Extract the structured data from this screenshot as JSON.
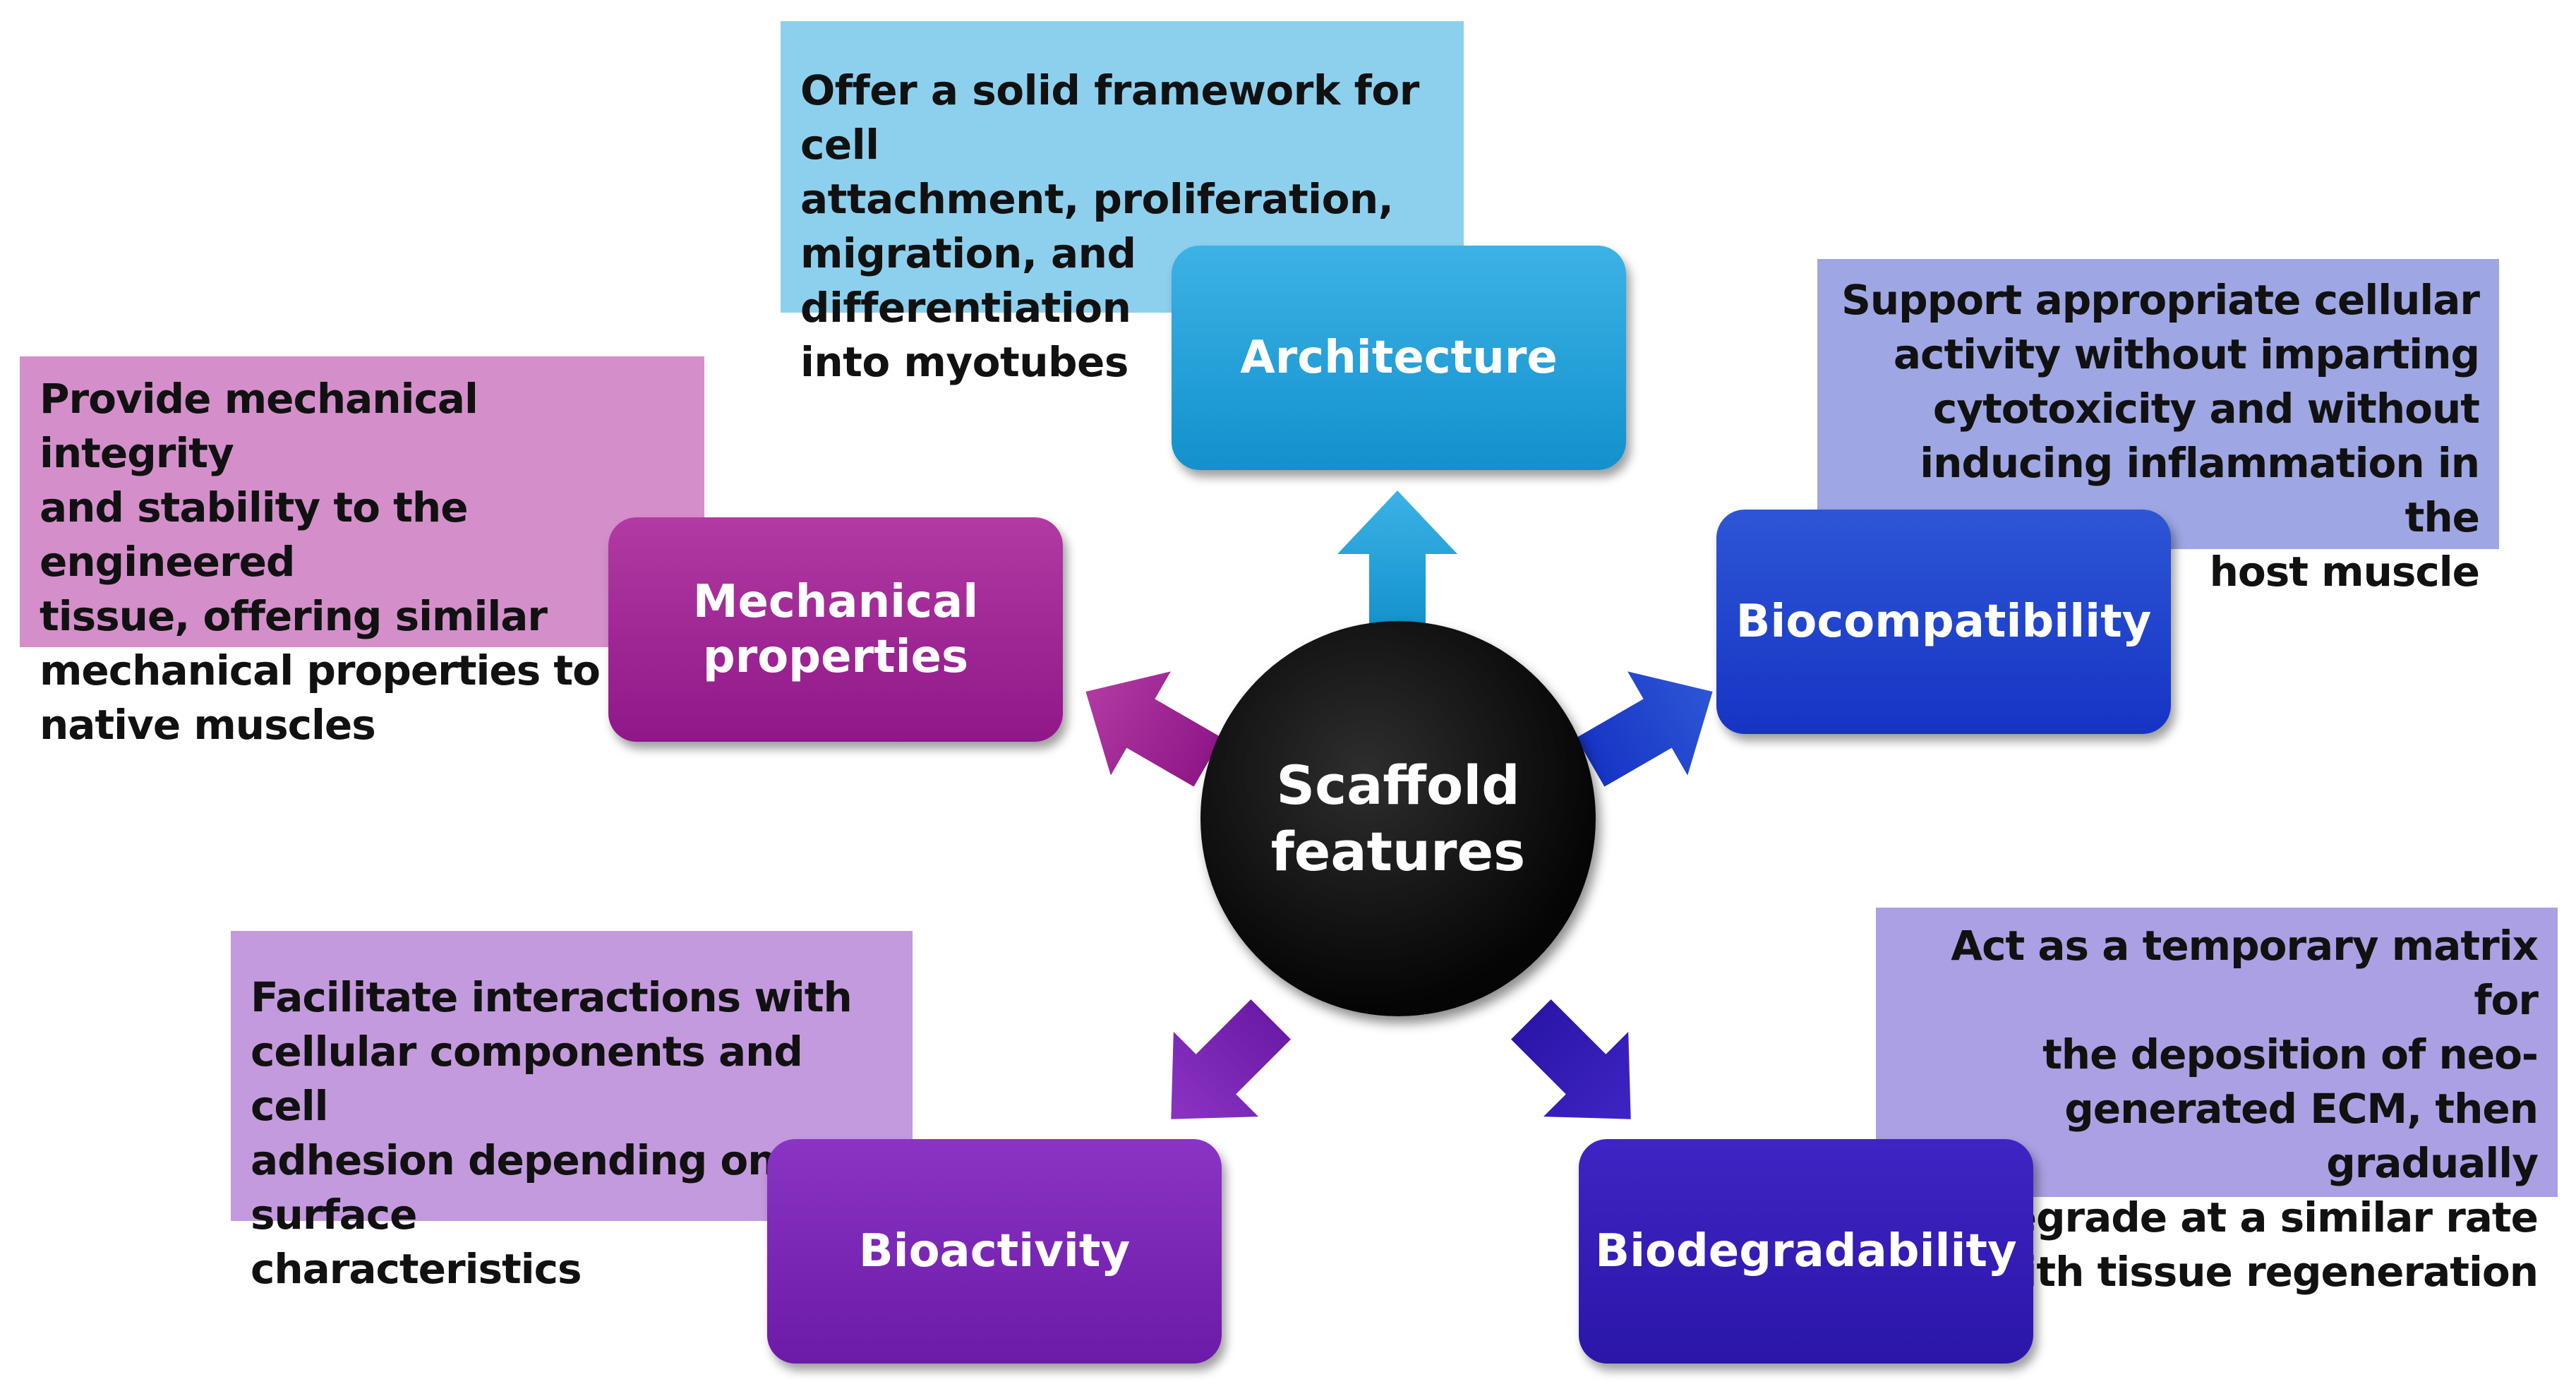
{
  "center": {
    "label": "Scaffold\nfeatures"
  },
  "features": {
    "architecture": {
      "label": "Architecture",
      "description": "Offer a solid framework for cell\nattachment, proliferation,\nmigration, and differentiation\ninto myotubes",
      "color": "#1fa3dc"
    },
    "mechanical": {
      "label": "Mechanical\nproperties",
      "description": "Provide mechanical integrity\nand stability to the engineered\ntissue, offering similar\nmechanical properties to\nnative muscles",
      "color": "#a02596"
    },
    "biocompatibility": {
      "label": "Biocompatibility",
      "description": "Support appropriate cellular\nactivity  without imparting\ncytotoxicity and without\ninducing inflammation in the\nhost muscle",
      "color": "#1f42cc"
    },
    "bioactivity": {
      "label": "Bioactivity",
      "description": "Facilitate interactions with\ncellular components and cell\nadhesion depending on surface\ncharacteristics",
      "color": "#7b27b6"
    },
    "biodegradability": {
      "label": "Biodegradability",
      "description": "Act as a temporary matrix for\nthe deposition of neo-\ngenerated ECM, then gradually\nbiodegrade at a similar rate\nwith tissue regeneration",
      "color": "#331db8"
    }
  }
}
